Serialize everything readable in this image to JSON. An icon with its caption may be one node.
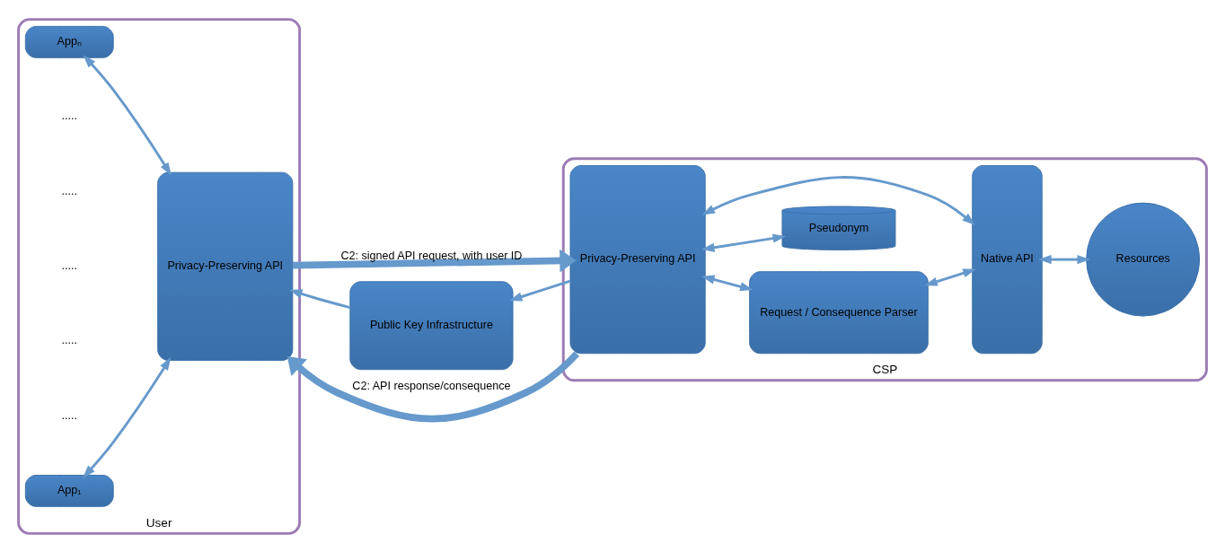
{
  "diagram": {
    "nodes": [
      {
        "text": [
          "User"
        ]
      },
      {
        "text": [
          "App₁"
        ],
        "in": 0
      },
      {
        "text": [
          "Privacy-Preserving API"
        ],
        "in": 0
      },
      {
        "text": [
          "Appₙ"
        ],
        "in": 0
      },
      {
        "text": [
          "CSP"
        ]
      },
      {
        "text": [
          "Privacy-Preserving API"
        ],
        "in": 4
      },
      {
        "text": [
          "Request / Consequence Parser"
        ],
        "in": 4
      },
      {
        "text": [
          "Pseudonym"
        ],
        "in": 4
      },
      {
        "text": [
          "Native API"
        ],
        "in": 4
      },
      {
        "text": [
          "Resources"
        ],
        "in": 4
      },
      {
        "text": [
          "Public Key Infrastructure"
        ]
      }
    ],
    "edges": [
      {
        "from": 1,
        "to": 2,
        "arrow": "both"
      },
      {
        "from": 3,
        "to": 2,
        "arrow": "both"
      },
      {
        "from": 5,
        "to": 2,
        "arrow": "to",
        "label": "C2: API response/consequence",
        "style": "thick"
      },
      {
        "from": 2,
        "to": 5,
        "arrow": "to",
        "label": "C2: signed API request, with user ID",
        "style": "thick"
      },
      {
        "from": 5,
        "to": 6,
        "arrow": "both"
      },
      {
        "from": 6,
        "to": 8,
        "arrow": "both"
      },
      {
        "from": 5,
        "to": 8,
        "arrow": "both"
      },
      {
        "from": 5,
        "to": 7,
        "arrow": "both"
      },
      {
        "from": 8,
        "to": 9,
        "arrow": "both"
      },
      {
        "from": 10,
        "to": 2,
        "arrow": "to"
      },
      {
        "from": 5,
        "to": 10,
        "arrow": "to"
      }
    ],
    "labels": [
      ".....",
      ".....",
      ".....",
      ".....",
      "....."
    ]
  }
}
